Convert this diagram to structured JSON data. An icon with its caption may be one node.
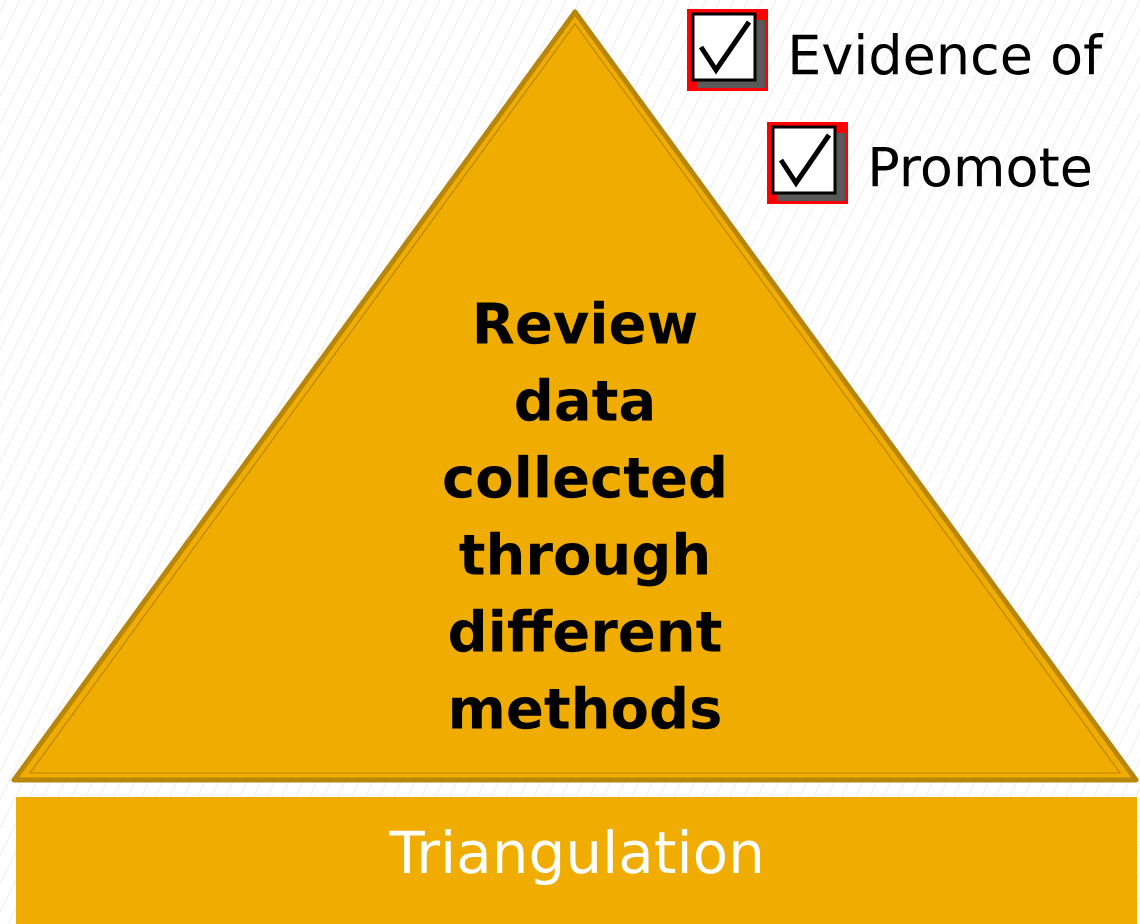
{
  "diagram": {
    "nodes": [
      {
        "text": [
          "Review data collected through different methods"
        ]
      },
      {
        "text": [
          "Triangulation"
        ]
      }
    ],
    "labels": [
      "Evidence of",
      "Promote"
    ]
  }
}
